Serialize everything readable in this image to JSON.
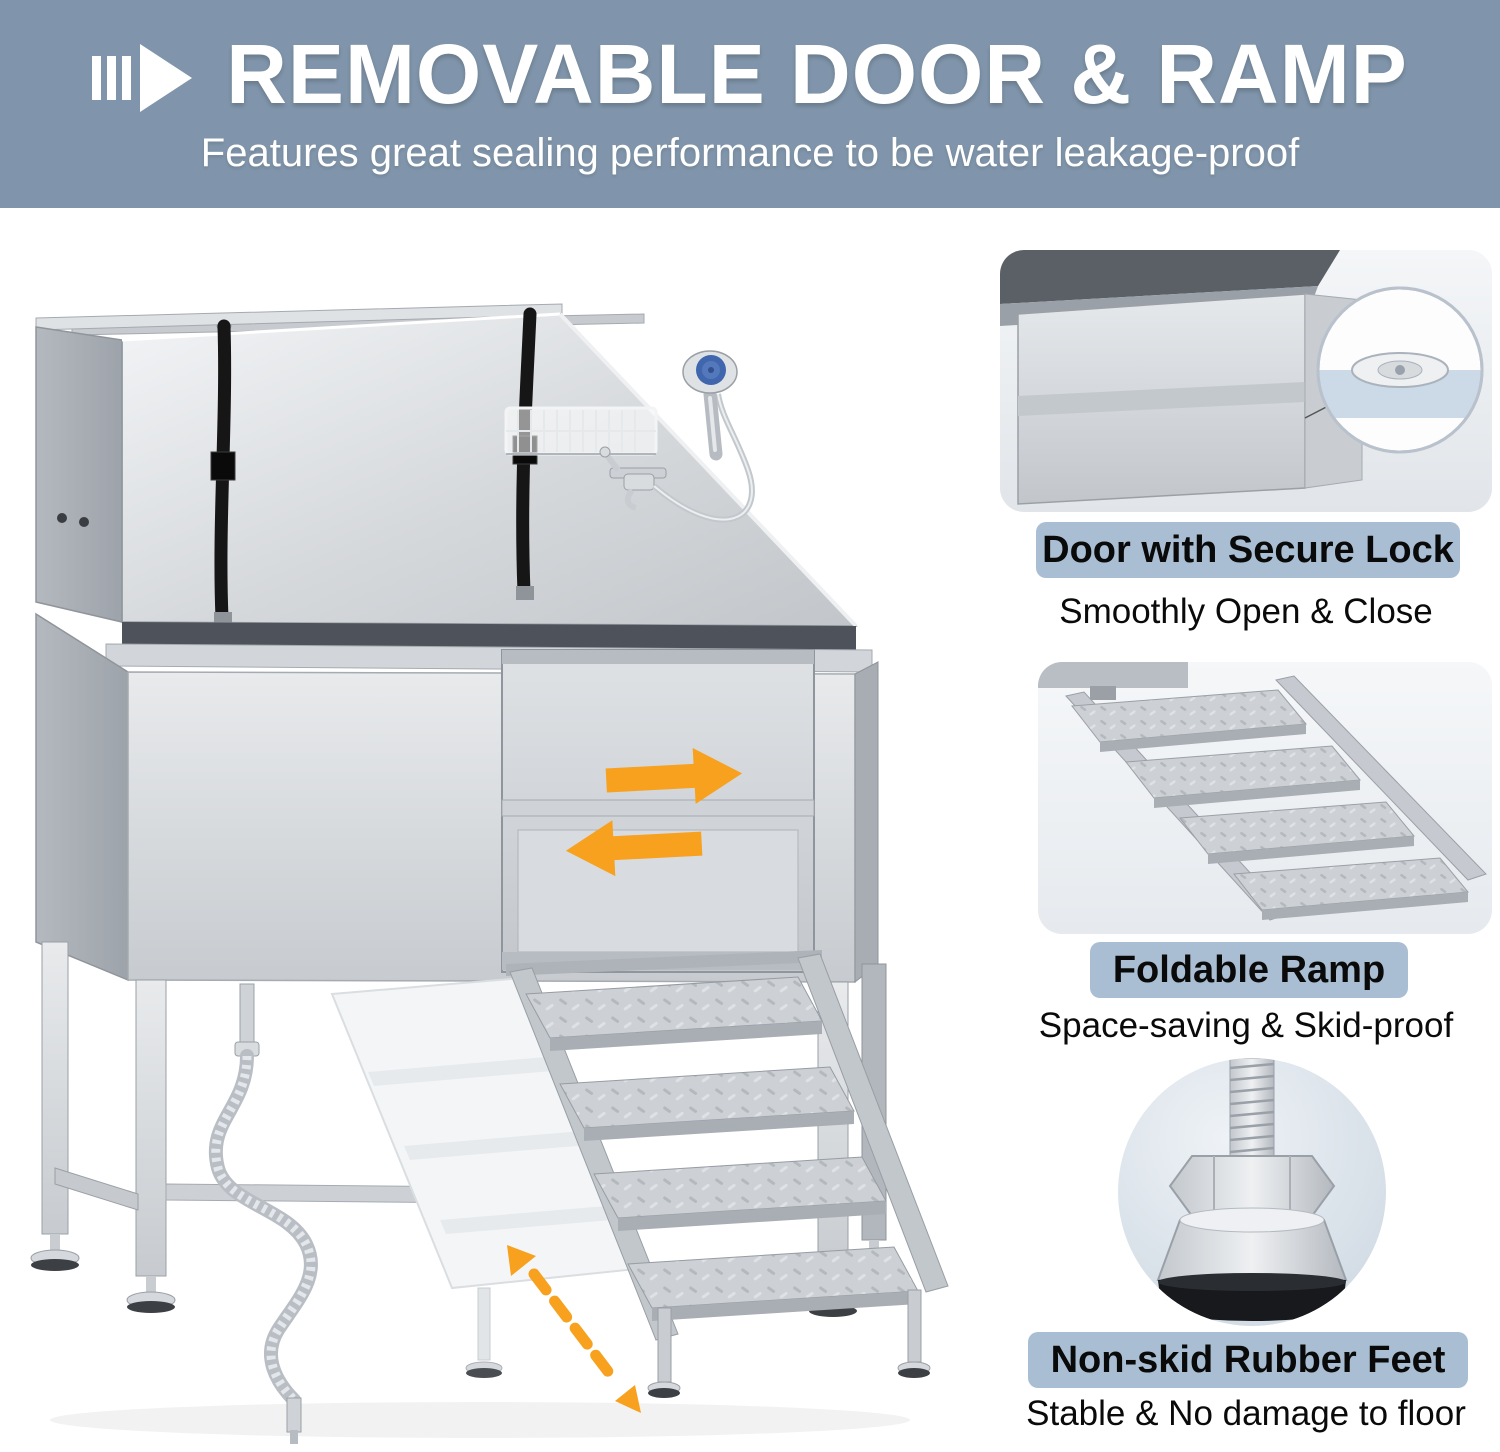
{
  "header": {
    "title": "REMOVABLE DOOR & RAMP",
    "subtitle": "Features great sealing performance to be water leakage-proof"
  },
  "features": [
    {
      "id": "door-lock",
      "title": "Door with Secure Lock",
      "subtitle": "Smoothly Open & Close"
    },
    {
      "id": "foldable-ramp",
      "title": "Foldable Ramp",
      "subtitle": "Space-saving & Skid-proof"
    },
    {
      "id": "rubber-feet",
      "title": "Non-skid Rubber Feet",
      "subtitle": "Stable & No damage to floor"
    }
  ],
  "icons": [
    {
      "name": "triple-bars-arrow-icon",
      "meaning": "feature section marker"
    },
    {
      "name": "door-slide-arrows",
      "meaning": "door slides left and right"
    },
    {
      "name": "ramp-slide-arrow",
      "meaning": "ramp slides in and out under tub"
    }
  ],
  "colors": {
    "header_bg": "#8095ab",
    "caption_bg": "#a9bed3",
    "accent_orange": "#f7a11f",
    "shower_blue": "#4066ae",
    "steel_light": "#e9ebed",
    "steel_dark": "#b2b7bd"
  }
}
